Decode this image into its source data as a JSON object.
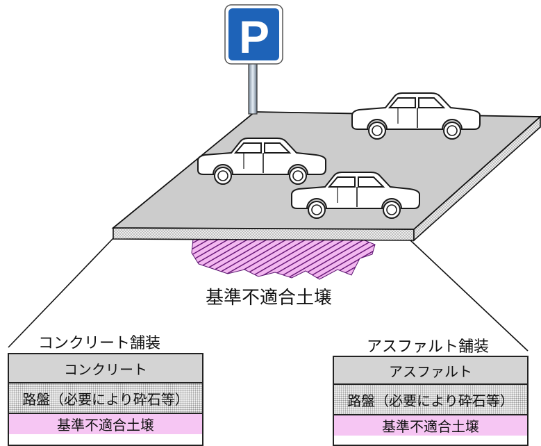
{
  "parking_sign": {
    "letter": "P",
    "color": "#1e63b8"
  },
  "soil_label": "基準不適合土壌",
  "concrete": {
    "title": "コンクリート舗装",
    "layers": [
      "コンクリート",
      "路盤（必要により砕石等）",
      "基準不適合土壌"
    ]
  },
  "asphalt": {
    "title": "アスファルト舗装",
    "layers": [
      "アスファルト",
      "路盤（必要により砕石等）",
      "基準不適合土壌"
    ]
  },
  "colors": {
    "slab": "#cccccc",
    "soil_fill": "#f6c6f3",
    "soil_hatch": "#6a1a7a",
    "base_layer": "#efefef"
  }
}
